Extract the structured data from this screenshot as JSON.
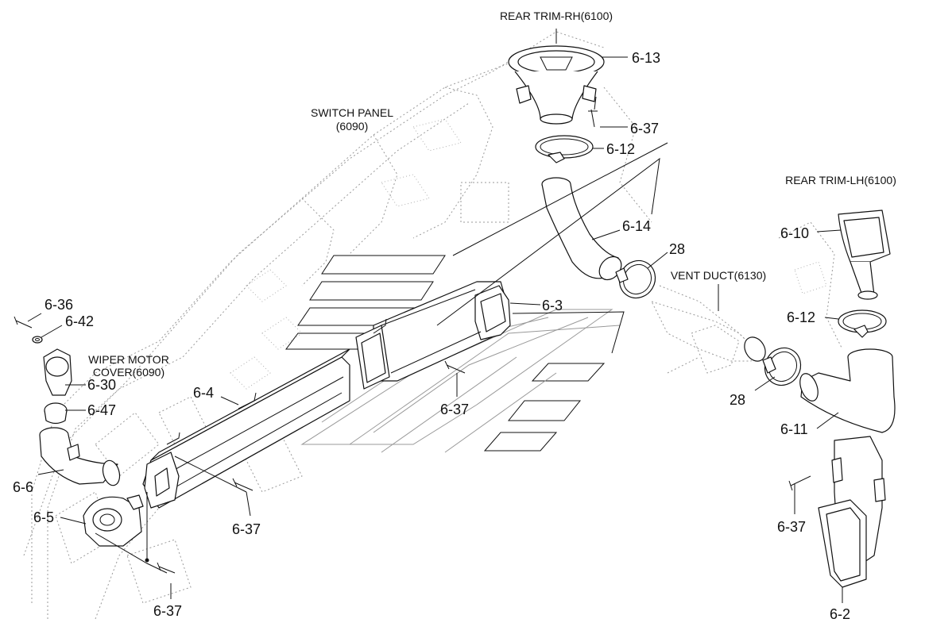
{
  "labels": {
    "rear_trim_rh": "REAR TRIM-RH(6100)",
    "rear_trim_lh": "REAR TRIM-LH(6100)",
    "switch_panel_line1": "SWITCH PANEL",
    "switch_panel_line2": "(6090)",
    "wiper_cover_line1": "WIPER MOTOR",
    "wiper_cover_line2": "COVER(6090)",
    "vent_duct": "VENT DUCT(6130)"
  },
  "parts": {
    "p6_13": "6-13",
    "p6_37_a": "6-37",
    "p6_12_a": "6-12",
    "p6_14": "6-14",
    "p28_a": "28",
    "p6_3": "6-3",
    "p6_37_b": "6-37",
    "p6_4": "6-4",
    "p6_37_c": "6-37",
    "p6_36": "6-36",
    "p6_42": "6-42",
    "p6_30": "6-30",
    "p6_47": "6-47",
    "p6_6": "6-6",
    "p6_5": "6-5",
    "p6_37_d": "6-37",
    "p6_10": "6-10",
    "p6_12_b": "6-12",
    "p28_b": "28",
    "p6_11": "6-11",
    "p6_37_e": "6-37",
    "p6_2": "6-2"
  }
}
